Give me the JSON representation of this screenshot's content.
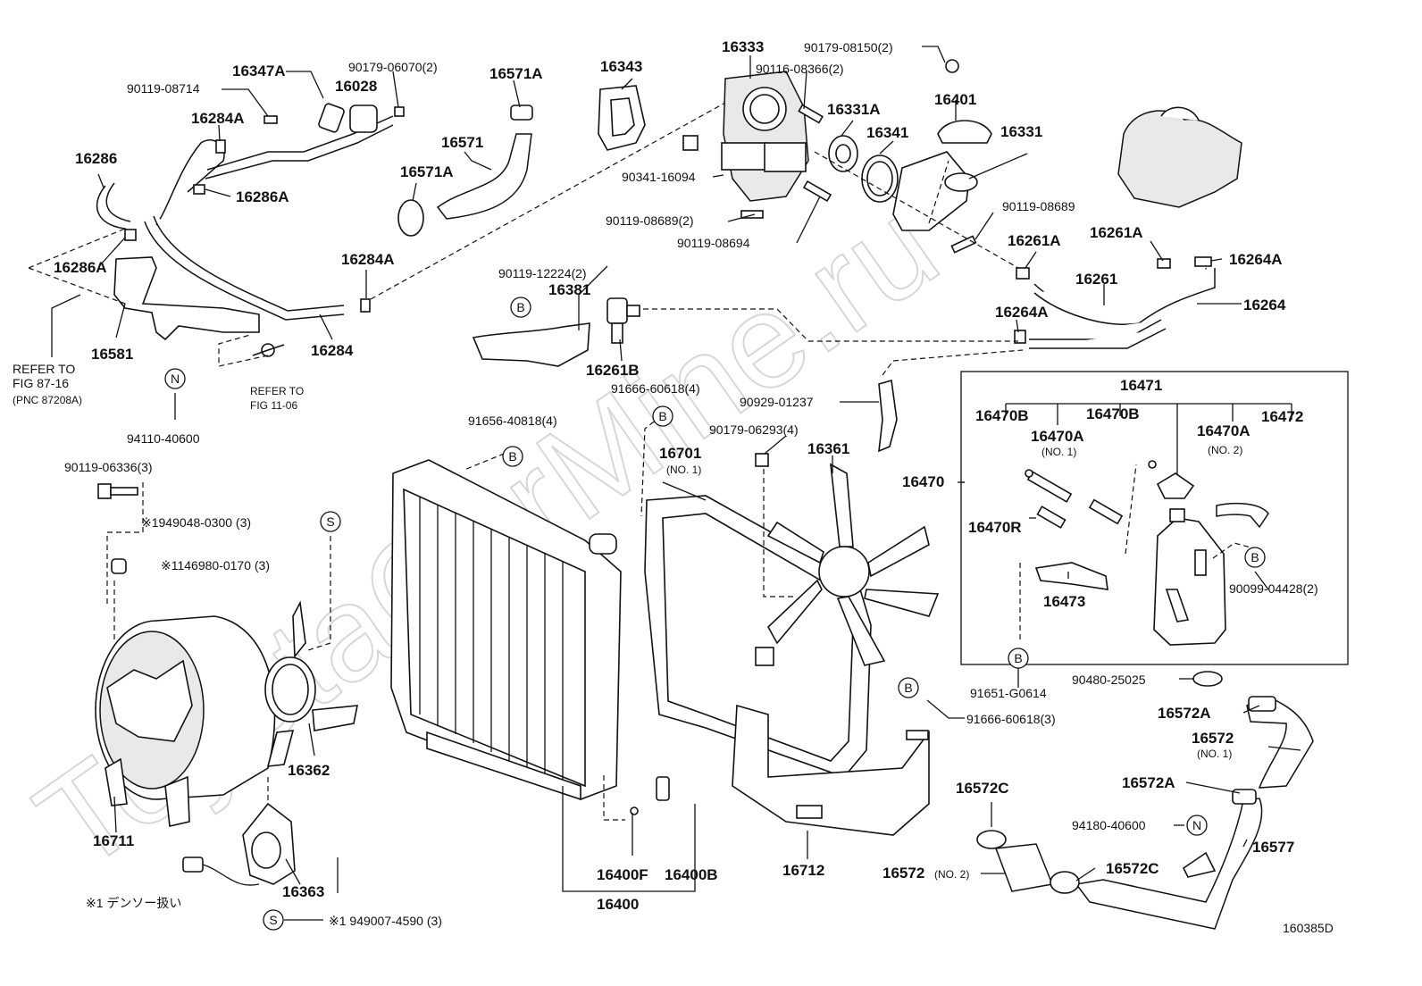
{
  "watermark": "ToyotaCarMine.ru",
  "figure_id": "160385D",
  "parts": [
    {
      "id": "p0",
      "text": "16347A"
    },
    {
      "id": "p1",
      "text": "90179-06070(2)"
    },
    {
      "id": "p2",
      "text": "16571A"
    },
    {
      "id": "p3",
      "text": "16343"
    },
    {
      "id": "p4",
      "text": "16333"
    },
    {
      "id": "p5",
      "text": "90179-08150(2)"
    },
    {
      "id": "p6",
      "text": "90116-08366(2)"
    },
    {
      "id": "p7",
      "text": "90119-08714"
    },
    {
      "id": "p8",
      "text": "16028"
    },
    {
      "id": "p9",
      "text": "16401"
    },
    {
      "id": "p10",
      "text": "16284A"
    },
    {
      "id": "p11",
      "text": "16571"
    },
    {
      "id": "p12",
      "text": "16331A"
    },
    {
      "id": "p13",
      "text": "16341"
    },
    {
      "id": "p14",
      "text": "16331"
    },
    {
      "id": "p15",
      "text": "16286"
    },
    {
      "id": "p16",
      "text": "16571A"
    },
    {
      "id": "p17",
      "text": "90341-16094"
    },
    {
      "id": "p18",
      "text": "16286A"
    },
    {
      "id": "p19",
      "text": "90119-08689"
    },
    {
      "id": "p20",
      "text": "90119-08689(2)"
    },
    {
      "id": "p21",
      "text": "16261A"
    },
    {
      "id": "p22",
      "text": "16261A"
    },
    {
      "id": "p23",
      "text": "90119-08694"
    },
    {
      "id": "p24",
      "text": "16264A"
    },
    {
      "id": "p25",
      "text": "16286A"
    },
    {
      "id": "p26",
      "text": "16284A"
    },
    {
      "id": "p27",
      "text": "90119-12224(2)"
    },
    {
      "id": "p28",
      "text": "16381"
    },
    {
      "id": "p29",
      "text": "16261"
    },
    {
      "id": "p30",
      "text": "16264"
    },
    {
      "id": "p31",
      "text": "16264A"
    },
    {
      "id": "p32",
      "text": "16581"
    },
    {
      "id": "p33",
      "text": "16284"
    },
    {
      "id": "p34",
      "text": "16261B"
    },
    {
      "id": "p35",
      "text": "91666-60618(4)"
    },
    {
      "id": "p36",
      "text": "90929-01237"
    },
    {
      "id": "p37",
      "text": "16471"
    },
    {
      "id": "p38",
      "text": "16470B"
    },
    {
      "id": "p39",
      "text": "16470B"
    },
    {
      "id": "p40",
      "text": "16472"
    },
    {
      "id": "p41",
      "text": "91656-40818(4)"
    },
    {
      "id": "p42",
      "text": "16470A"
    },
    {
      "id": "p43",
      "text": "16470A"
    },
    {
      "id": "p44",
      "text": "94110-40600"
    },
    {
      "id": "p45",
      "text": "90179-06293(4)"
    },
    {
      "id": "p46",
      "text": "16361"
    },
    {
      "id": "p47",
      "text": "16701"
    },
    {
      "id": "p48",
      "text": "90119-06336(3)"
    },
    {
      "id": "p49",
      "text": "16470"
    },
    {
      "id": "p50",
      "text": "16470R"
    },
    {
      "id": "p51",
      "text": "16473"
    },
    {
      "id": "p52",
      "text": "90099-04428(2)"
    },
    {
      "id": "p53",
      "text": "90480-25025"
    },
    {
      "id": "p54",
      "text": "91651-G0614"
    },
    {
      "id": "p55",
      "text": "91666-60618(3)"
    },
    {
      "id": "p56",
      "text": "16362"
    },
    {
      "id": "p57",
      "text": "16572A"
    },
    {
      "id": "p58",
      "text": "16572"
    },
    {
      "id": "p59",
      "text": "16572C"
    },
    {
      "id": "p60",
      "text": "16572A"
    },
    {
      "id": "p61",
      "text": "16711"
    },
    {
      "id": "p62",
      "text": "94180-40600"
    },
    {
      "id": "p63",
      "text": "16577"
    },
    {
      "id": "p64",
      "text": "16400F"
    },
    {
      "id": "p65",
      "text": "16400B"
    },
    {
      "id": "p66",
      "text": "16712"
    },
    {
      "id": "p67",
      "text": "16572"
    },
    {
      "id": "p68",
      "text": "16572C"
    },
    {
      "id": "p69",
      "text": "16363"
    },
    {
      "id": "p70",
      "text": "16400"
    }
  ],
  "sub_labels": [
    {
      "id": "s0",
      "text": "(NO. 1)"
    },
    {
      "id": "s1",
      "text": "(NO. 2)"
    },
    {
      "id": "s2",
      "text": "(NO. 1)"
    },
    {
      "id": "s3",
      "text": "(NO. 1)"
    },
    {
      "id": "s4",
      "text": "(NO. 2)"
    }
  ],
  "notes": [
    {
      "id": "n0",
      "text": "REFER TO"
    },
    {
      "id": "n1",
      "text": "FIG 87-16"
    },
    {
      "id": "n2",
      "text": "(PNC 87208A)"
    },
    {
      "id": "n3",
      "text": "REFER TO"
    },
    {
      "id": "n4",
      "text": "FIG 11-06"
    },
    {
      "id": "n5",
      "text": "※1949048-0300 (3)"
    },
    {
      "id": "n6",
      "text": "※1146980-0170 (3)"
    },
    {
      "id": "n7",
      "text": "※1 デンソー扱い"
    },
    {
      "id": "n8",
      "text": "※1 949007-4590 (3)"
    }
  ],
  "callouts": [
    {
      "id": "c0",
      "text": "B"
    },
    {
      "id": "c1",
      "text": "N"
    },
    {
      "id": "c2",
      "text": "B"
    },
    {
      "id": "c3",
      "text": "B"
    },
    {
      "id": "c4",
      "text": "S"
    },
    {
      "id": "c5",
      "text": "B"
    },
    {
      "id": "c6",
      "text": "B"
    },
    {
      "id": "c7",
      "text": "B"
    },
    {
      "id": "c8",
      "text": "N"
    },
    {
      "id": "c9",
      "text": "S"
    }
  ]
}
